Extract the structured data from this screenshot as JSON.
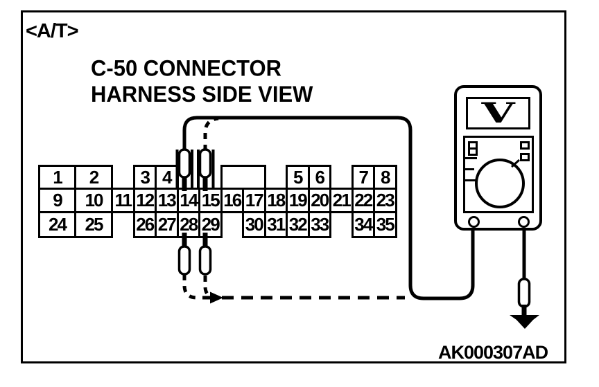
{
  "colors": {
    "ink": "#000000",
    "paper": "#ffffff"
  },
  "header": {
    "tag": "<A/T>",
    "title_line1": "C-50 CONNECTOR",
    "title_line2": "HARNESS SIDE VIEW"
  },
  "connector": {
    "name": "C-50",
    "rows": {
      "top": [
        {
          "label": "1",
          "col": "9"
        },
        {
          "label": "2",
          "col": "10"
        },
        {
          "label": "3",
          "col": "12"
        },
        {
          "label": "4",
          "col": "13"
        },
        {
          "label": "",
          "col": "16",
          "span": 2
        },
        {
          "label": "5",
          "col": "19"
        },
        {
          "label": "6",
          "col": "20"
        },
        {
          "label": "7",
          "col": "22"
        },
        {
          "label": "8",
          "col": "23"
        }
      ],
      "mid": [
        {
          "label": "9",
          "col": "9"
        },
        {
          "label": "10",
          "col": "10"
        },
        {
          "label": "11",
          "col": "11"
        },
        {
          "label": "12",
          "col": "12"
        },
        {
          "label": "13",
          "col": "13"
        },
        {
          "label": "14",
          "col": "14"
        },
        {
          "label": "15",
          "col": "15"
        },
        {
          "label": "16",
          "col": "16"
        },
        {
          "label": "17",
          "col": "17"
        },
        {
          "label": "18",
          "col": "18"
        },
        {
          "label": "19",
          "col": "19"
        },
        {
          "label": "20",
          "col": "20"
        },
        {
          "label": "21",
          "col": "21"
        },
        {
          "label": "22",
          "col": "22"
        },
        {
          "label": "23",
          "col": "23"
        }
      ],
      "bot": [
        {
          "label": "24",
          "col": "9"
        },
        {
          "label": "25",
          "col": "10"
        },
        {
          "label": "26",
          "col": "12"
        },
        {
          "label": "27",
          "col": "13"
        },
        {
          "label": "28",
          "col": "14"
        },
        {
          "label": "29",
          "col": "15"
        },
        {
          "label": "30",
          "col": "17"
        },
        {
          "label": "31",
          "col": "18"
        },
        {
          "label": "32",
          "col": "19"
        },
        {
          "label": "33",
          "col": "20"
        },
        {
          "label": "34",
          "col": "22"
        },
        {
          "label": "35",
          "col": "23"
        }
      ]
    },
    "test_points": {
      "top_pins": [
        "14",
        "15"
      ],
      "bottom_pins": [
        "28",
        "29"
      ]
    }
  },
  "meter": {
    "display_symbol": "V"
  },
  "footer": {
    "code": "AK000307AD"
  }
}
